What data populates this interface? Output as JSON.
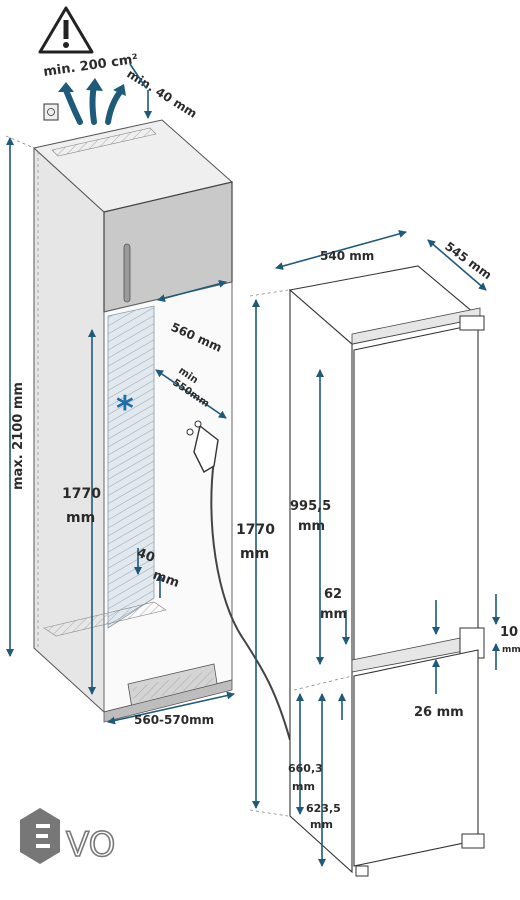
{
  "warning": {
    "icon": "warning-triangle-icon",
    "ventilation": "min. 200 cm²"
  },
  "niche": {
    "top_gap": "min. 40 mm",
    "max_height": "max. 2100 mm",
    "opening_depth": "560 mm",
    "min_depth_line1": "min",
    "min_depth_line2": "550mm",
    "cavity_height_value": "1770",
    "cavity_height_unit": "mm",
    "side_gap_value": "40",
    "side_gap_unit": "mm",
    "width": "560-570mm",
    "star": "*"
  },
  "appliance": {
    "width": "540 mm",
    "depth": "545 mm",
    "height_value": "1770",
    "height_unit": "mm",
    "door_upper_value": "995,5",
    "door_upper_unit": "mm",
    "gap_value": "62",
    "gap_unit": "mm",
    "hinge_value": "10",
    "hinge_unit": "mm",
    "offset": "26 mm",
    "lower_a_value": "660,3",
    "lower_a_unit": "mm",
    "lower_b_value": "623,5",
    "lower_b_unit": "mm"
  },
  "brand": {
    "name": "VO"
  },
  "colors": {
    "arrow": "#1e5a7a",
    "cabinet": "#d7d7d7",
    "hatch": "#c8d3dc",
    "text": "#2b2b2b"
  }
}
